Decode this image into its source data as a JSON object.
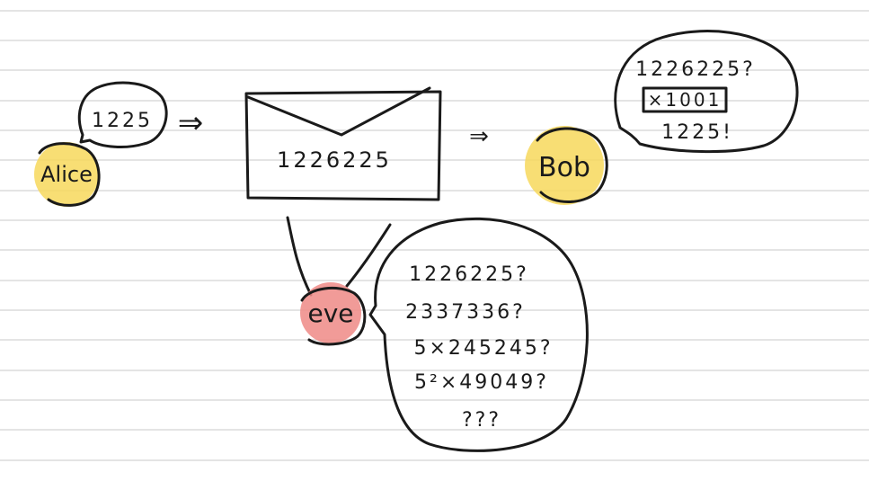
{
  "alice": {
    "label": "Alice",
    "message": "1225"
  },
  "envelope": {
    "content": "1226225"
  },
  "bob": {
    "label": "Bob",
    "lines": [
      "1226225?",
      "×1001",
      "1225!"
    ]
  },
  "eve": {
    "label": "eve",
    "lines": [
      "1226225?",
      "2337336?",
      "5×245245?",
      "5²×49049?",
      "???"
    ]
  },
  "arrows": {
    "alice_to_envelope": "⇒",
    "envelope_to_bob": "⇒"
  },
  "colors": {
    "alice_fill": "#f7d85c",
    "bob_fill": "#f7d85c",
    "eve_fill": "#ef8a86",
    "ink": "#1a1a1a",
    "rule_line": "#dcdcdc"
  }
}
